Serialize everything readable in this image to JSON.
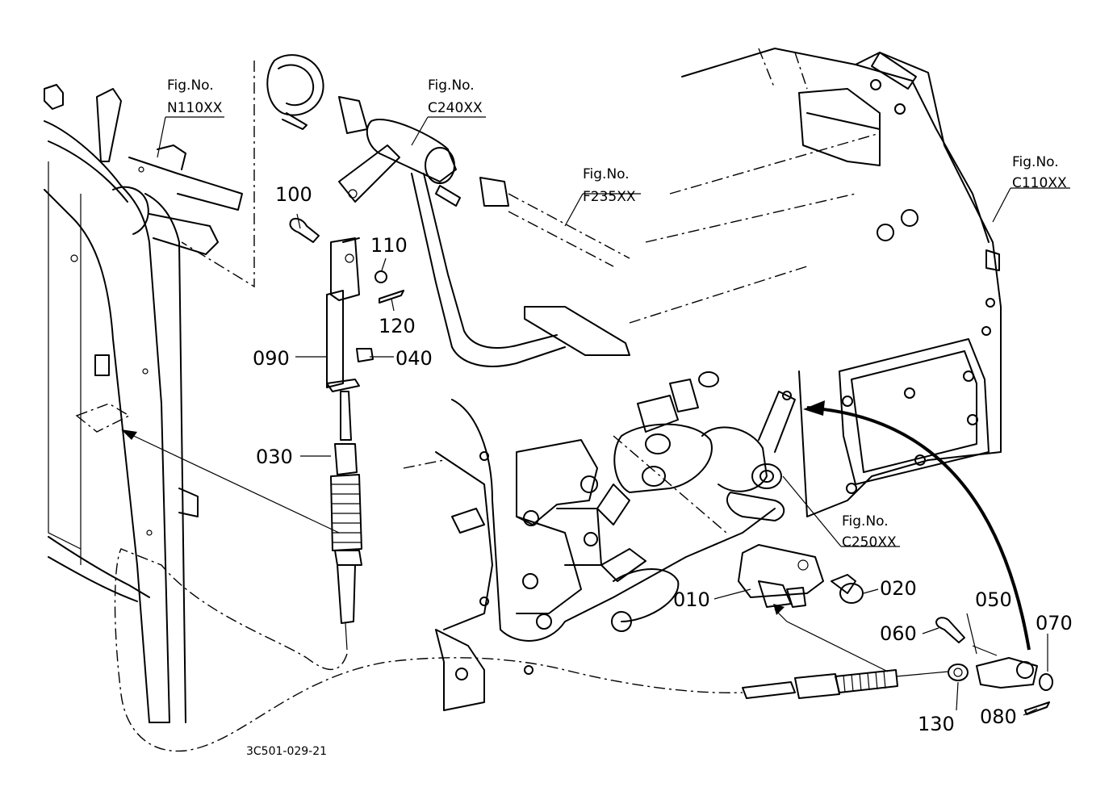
{
  "figure_refs": [
    {
      "id": "n110",
      "line1": "Fig.No.",
      "line2": "N110XX"
    },
    {
      "id": "c240",
      "line1": "Fig.No.",
      "line2": "C240XX"
    },
    {
      "id": "f235",
      "line1": "Fig.No.",
      "line2": "F235XX"
    },
    {
      "id": "c110",
      "line1": "Fig.No.",
      "line2": "C110XX"
    },
    {
      "id": "c250",
      "line1": "Fig.No.",
      "line2": "C250XX"
    }
  ],
  "part_labels": [
    {
      "id": "p100",
      "text": "100"
    },
    {
      "id": "p110",
      "text": "110"
    },
    {
      "id": "p120",
      "text": "120"
    },
    {
      "id": "p090",
      "text": "090"
    },
    {
      "id": "p040",
      "text": "040"
    },
    {
      "id": "p030",
      "text": "030"
    },
    {
      "id": "p010",
      "text": "010"
    },
    {
      "id": "p020",
      "text": "020"
    },
    {
      "id": "p050",
      "text": "050"
    },
    {
      "id": "p060",
      "text": "060"
    },
    {
      "id": "p070",
      "text": "070"
    },
    {
      "id": "p130",
      "text": "130"
    },
    {
      "id": "p080",
      "text": "080"
    }
  ],
  "drawing_code": "3C501-029-21"
}
